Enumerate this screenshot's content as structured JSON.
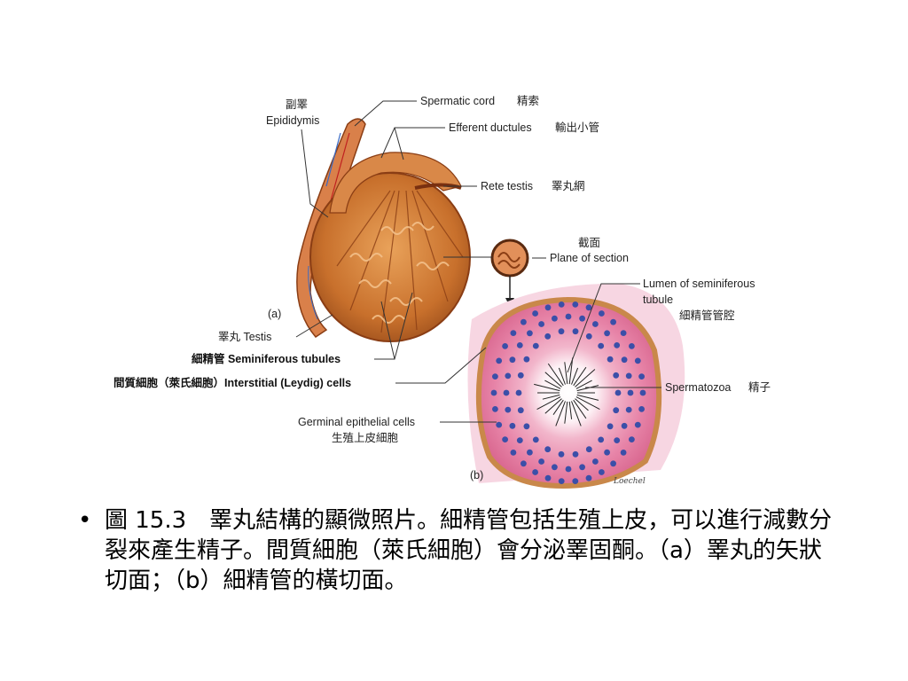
{
  "figure": {
    "labels": {
      "epididymis_zh": "副睪",
      "epididymis_en": "Epididymis",
      "spermatic_cord": "Spermatic cord",
      "spermatic_cord_zh": "精索",
      "efferent_ductules": "Efferent ductules",
      "efferent_ductules_zh": "輸出小管",
      "rete_testis": "Rete testis",
      "rete_testis_zh": "睪丸網",
      "plane_zh": "截面",
      "plane_en": "Plane of section",
      "lumen_line1": "Lumen of seminiferous",
      "lumen_line2": "tubule",
      "lumen_zh": "細精管管腔",
      "panel_a": "(a)",
      "testis": "睪丸 Testis",
      "seminiferous": "細精管 Seminiferous tubules",
      "interstitial": "間質細胞（萊氏細胞）Interstitial (Leydig) cells",
      "spermatozoa": "Spermatozoa",
      "spermatozoa_zh": "精子",
      "germinal_en": "Germinal epithelial cells",
      "germinal_zh": "生殖上皮細胞",
      "panel_b": "(b)",
      "artist": "Loechel"
    }
  },
  "caption": {
    "bullet": "•",
    "text": "圖 15.3　睪丸結構的顯微照片。細精管包括生殖上皮，可以進行減數分裂來產生精子。間質細胞（萊氏細胞）會分泌睪固酮。（a）睪丸的矢狀切面；（b）細精管的橫切面。"
  }
}
